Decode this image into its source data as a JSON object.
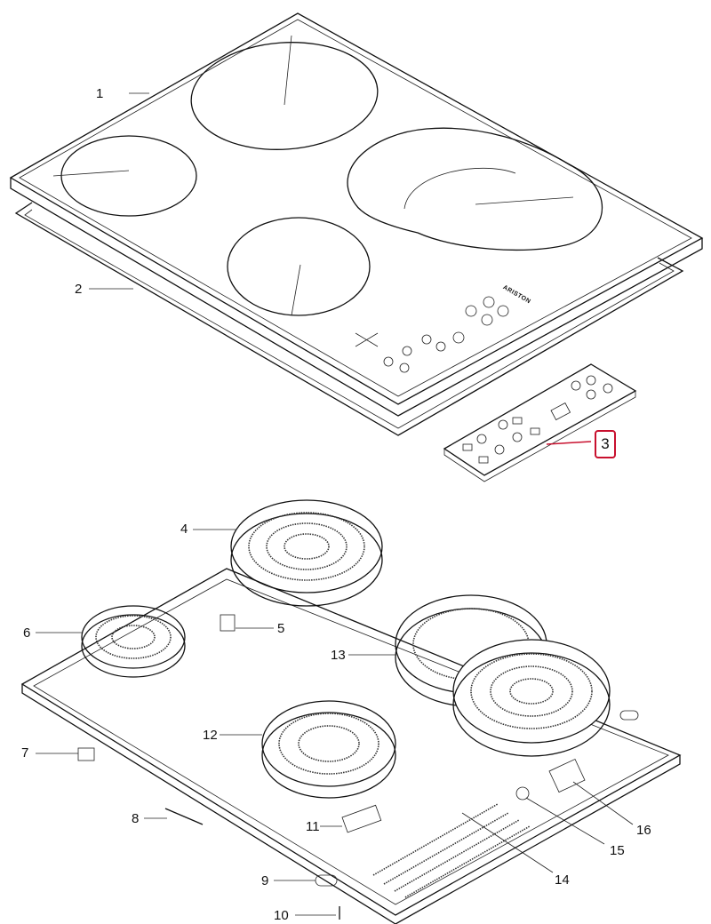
{
  "diagram": {
    "brand_logo": "ARISTON",
    "part_labels": [
      "1",
      "2",
      "3",
      "4",
      "5",
      "6",
      "7",
      "8",
      "9",
      "10",
      "11",
      "12",
      "13",
      "14",
      "15",
      "16"
    ],
    "highlighted_part": "3",
    "colors": {
      "line": "#111111",
      "highlight": "#c8102e"
    }
  }
}
